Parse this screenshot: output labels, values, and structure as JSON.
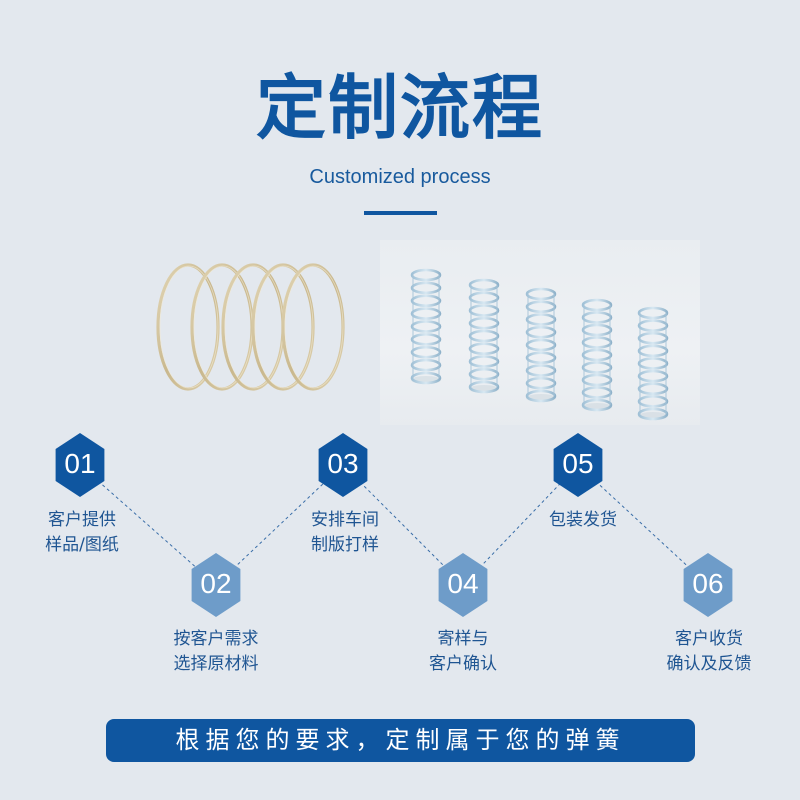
{
  "header": {
    "title": "定制流程",
    "subtitle": "Customized process"
  },
  "images": [
    {
      "name": "gold-coil-spring",
      "description": "large open-coil gold-tone spring"
    },
    {
      "name": "silver-compression-springs",
      "description": "five small zinc-plated compression springs",
      "count": 5
    }
  ],
  "colors": {
    "background": "#e3e8ee",
    "primary": "#0f56a0",
    "hex_dark": "#0f56a0",
    "hex_light": "#6e9cc9",
    "text": "#1f5592"
  },
  "steps": [
    {
      "number": "01",
      "lines": [
        "客户提供",
        "样品/图纸"
      ],
      "style": "dark"
    },
    {
      "number": "02",
      "lines": [
        "按客户需求",
        "选择原材料"
      ],
      "style": "light"
    },
    {
      "number": "03",
      "lines": [
        "安排车间",
        "制版打样"
      ],
      "style": "dark"
    },
    {
      "number": "04",
      "lines": [
        "寄样与",
        "客户确认"
      ],
      "style": "light"
    },
    {
      "number": "05",
      "lines": [
        "包装发货"
      ],
      "style": "dark"
    },
    {
      "number": "06",
      "lines": [
        "客户收货",
        "确认及反馈"
      ],
      "style": "light"
    }
  ],
  "banner": {
    "text": "根据您的要求，定制属于您的弹簧"
  }
}
